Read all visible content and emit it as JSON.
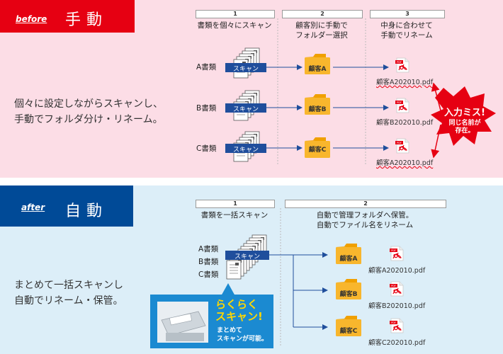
{
  "colors": {
    "before_bg": "#fcdde6",
    "after_bg": "#dceef8",
    "before_accent": "#e60012",
    "after_accent": "#004a97",
    "folder": "#f8b62d",
    "arrow": "#1f4e9c"
  },
  "before": {
    "badge_en": "before",
    "badge_jp": "手動",
    "description": [
      "個々に設定しながらスキャンし、",
      "手動でフォルダ分け・リネーム。"
    ],
    "steps": [
      {
        "number": "1",
        "label": [
          "書類を個々にスキャン"
        ]
      },
      {
        "number": "2",
        "label": [
          "顧客別に手動で",
          "フォルダー選択"
        ]
      },
      {
        "number": "3",
        "label": [
          "中身に合わせて",
          "手動でリネーム"
        ]
      }
    ],
    "rows": [
      {
        "doc": "A書類",
        "scan": "スキャン",
        "folder": "顧客A",
        "pdf": "顧客A202010.pdf"
      },
      {
        "doc": "B書類",
        "scan": "スキャン",
        "folder": "顧客B",
        "pdf": "顧客B202010.pdf"
      },
      {
        "doc": "C書類",
        "scan": "スキャン",
        "folder": "顧客C",
        "pdf": "顧客A202010.pdf"
      }
    ],
    "error_burst": {
      "title": "入力ミス!",
      "line1": "同じ名前が",
      "line2": "存在。"
    }
  },
  "after": {
    "badge_en": "after",
    "badge_jp": "自動",
    "description": [
      "まとめて一括スキャンし",
      "自動でリネーム・保管。"
    ],
    "steps": [
      {
        "number": "1",
        "label": [
          "書類を一括スキャン"
        ]
      },
      {
        "number": "2",
        "label": [
          "自動で管理フォルダへ保管。",
          "自動でファイル名をリネーム"
        ]
      }
    ],
    "docs": [
      "A書類",
      "B書類",
      "C書類"
    ],
    "scan": "スキャン",
    "rows": [
      {
        "folder": "顧客A",
        "pdf": "顧客A202010.pdf"
      },
      {
        "folder": "顧客B",
        "pdf": "顧客B202010.pdf"
      },
      {
        "folder": "顧客C",
        "pdf": "顧客C202010.pdf"
      }
    ],
    "callout": {
      "title1": "らくらく",
      "title2": "スキャン!",
      "line1": "まとめて",
      "line2": "スキャンが可能。"
    }
  },
  "icons": {
    "pdf": "pdf-file-icon",
    "folder": "folder-icon",
    "document": "document-stack-icon",
    "scanner": "scanner-photo"
  }
}
